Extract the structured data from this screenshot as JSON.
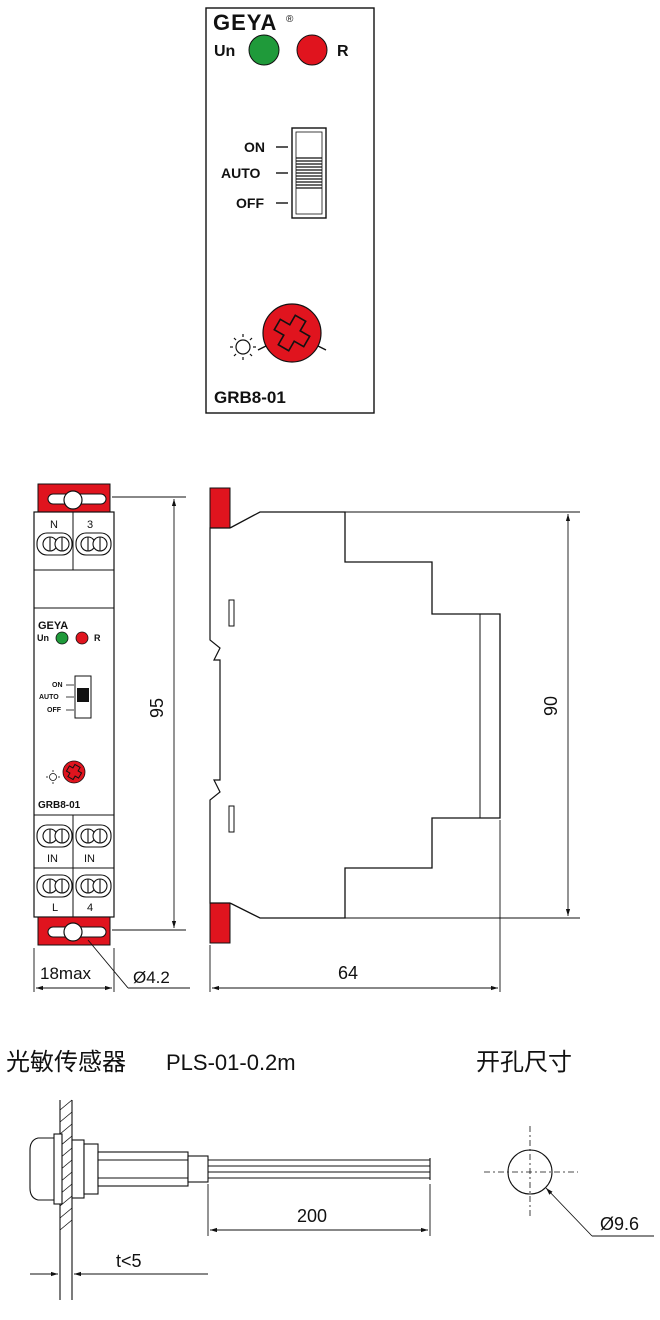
{
  "front_panel": {
    "brand": "GEYA",
    "registered_mark": "®",
    "led_power_label": "Un",
    "led_relay_label": "R",
    "switch_positions": [
      "ON",
      "AUTO",
      "OFF"
    ],
    "model": "GRB8-01",
    "colors": {
      "power_led": "#1f9a3a",
      "relay_led": "#e0141e",
      "knob": "#e0141e"
    }
  },
  "device_front": {
    "terminals_top": [
      "N",
      "3"
    ],
    "terminals_mid": [
      "IN",
      "IN"
    ],
    "terminals_bottom": [
      "L",
      "4"
    ],
    "brand": "GEYA",
    "led_power_label": "Un",
    "led_relay_label": "R",
    "switch_positions": [
      "ON",
      "AUTO",
      "OFF"
    ],
    "model": "GRB8-01"
  },
  "dimensions": {
    "height_total": "95",
    "depth": "64",
    "height_body": "90",
    "width": "18max",
    "hole": "Ø4.2"
  },
  "sensor": {
    "title": "光敏传感器",
    "model": "PLS-01-0.2m",
    "cable_length": "200",
    "panel_thickness": "t<5"
  },
  "cutout": {
    "title": "开孔尺寸",
    "diameter": "Ø9.6"
  }
}
